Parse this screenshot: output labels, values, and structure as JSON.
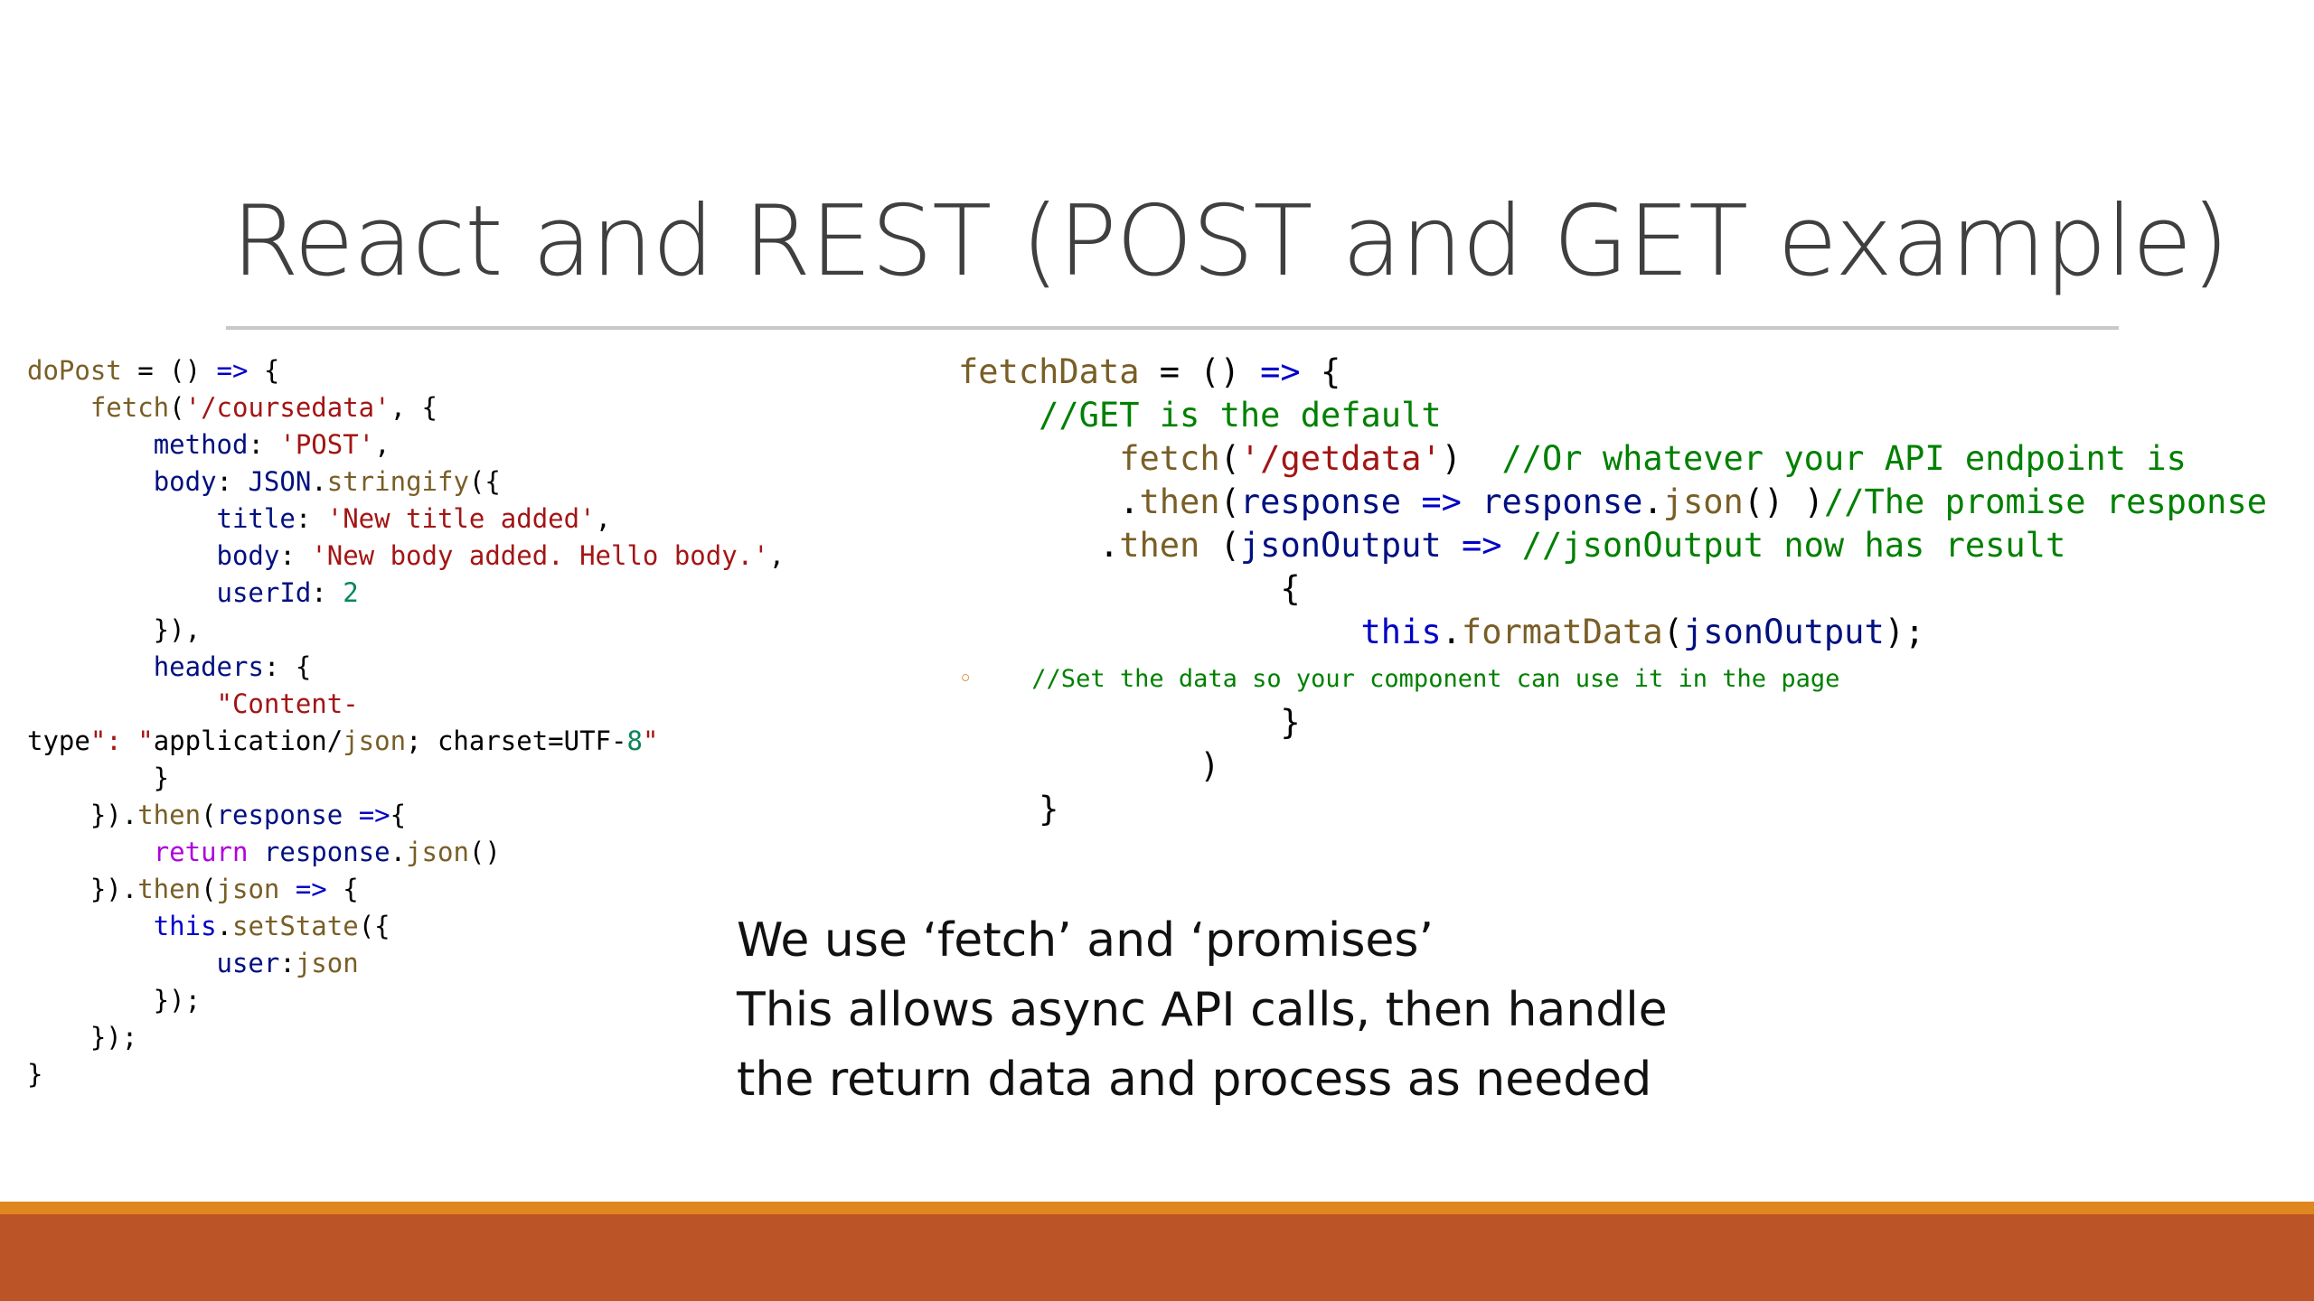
{
  "slide": {
    "title": "React and REST (POST and GET example)"
  },
  "code_left": {
    "lines": [
      "doPost = () => {",
      "    fetch('/coursedata', {",
      "        method: 'POST',",
      "        body: JSON.stringify({",
      "            title: 'New title added',",
      "            body: 'New body added. Hello body.',",
      "            userId: 2",
      "        }),",
      "        headers: {",
      "            \"Content-",
      "type\": \"application/json; charset=UTF-8\"",
      "        }",
      "    }).then(response =>{",
      "        return response.json()",
      "    }).then(json => {",
      "        this.setState({",
      "            user:json",
      "        });",
      "    });",
      "}"
    ]
  },
  "code_right": {
    "lines": [
      "fetchData = () => {",
      "    //GET is the default",
      "        fetch('/getdata')  //Or whatever your API endpoint is",
      "        .then(response => response.json() )//The promise response",
      "       .then (jsonOutput => //jsonOutput now has result",
      "                {",
      "                    this.formatData(jsonOutput);",
      "//Set the data so your component can use it in the page",
      "                }",
      "            )",
      "    }"
    ],
    "bullet": "◦"
  },
  "caption": {
    "line1": "We use ‘fetch’ and ‘promises’",
    "line2": "This allows async API calls, then handle",
    "line3": "the return data and process as needed"
  },
  "colors": {
    "accent_orange": "#e0861f",
    "footer_rust": "#bb5528",
    "comment_green": "#008000",
    "string_red": "#a31515",
    "keyword_blue": "#0000c8"
  }
}
